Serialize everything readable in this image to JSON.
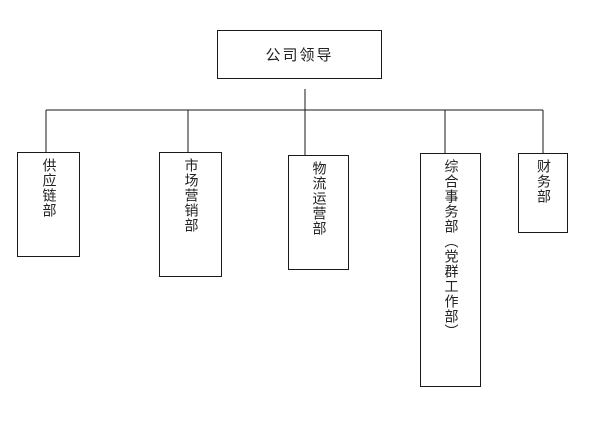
{
  "org": {
    "top": "公司领导",
    "departments": [
      "供应链部",
      "市场营销部",
      "物流运营部",
      "综合事务部（党群工作部）",
      "财务部"
    ]
  },
  "colors": {
    "line": "#1a1a1a",
    "box_border": "#1a1a1a",
    "text": "#222222",
    "background": "#ffffff"
  }
}
